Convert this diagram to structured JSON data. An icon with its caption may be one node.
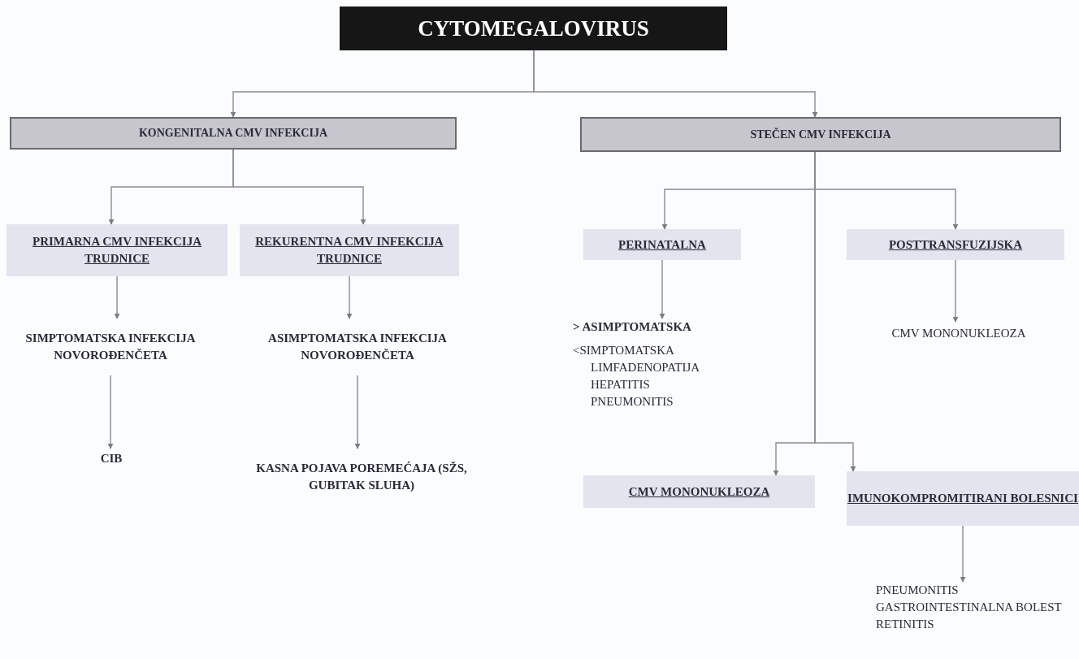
{
  "diagram": {
    "nodes": [
      {
        "text": [
          "CYTOMEGALOVIRUS"
        ]
      },
      {
        "text": [
          "KONGENITALNA CMV INFEKCIJA"
        ]
      },
      {
        "text": [
          "STEČEN CMV INFEKCIJA"
        ]
      },
      {
        "text": [
          "PRIMARNA CMV INFEKCIJA TRUDNICE"
        ]
      },
      {
        "text": [
          "REKURENTNA CMV INFEKCIJA TRUDNICE"
        ]
      },
      {
        "text": [
          "PERINATALNA"
        ]
      },
      {
        "text": [
          "POSTTRANSFUZIJSKA"
        ]
      },
      {
        "text": [
          "SIMPTOMATSKA INFEKCIJA NOVOROĐENČETA"
        ]
      },
      {
        "text": [
          "ASIMPTOMATSKA INFEKCIJA NOVOROĐENČETA"
        ]
      },
      {
        "text": [
          "CIB"
        ]
      },
      {
        "text": [
          "KASNA POJAVA POREMEĆAJA (SŽS, GUBITAK SLUHA)"
        ]
      },
      {
        "text": [
          "> ASIMPTOMATSKA",
          "<SIMPTOMATSKA",
          "LIMFADENOPATIJA",
          "HEPATITIS",
          "PNEUMONITIS"
        ]
      },
      {
        "text": [
          "CMV MONONUKLEOZA"
        ]
      },
      {
        "text": [
          "CMV MONONUKLEOZA"
        ]
      },
      {
        "text": [
          "IMUNOKOMPROMITIRANI BOLESNICI"
        ]
      },
      {
        "text": [
          "PNEUMONITIS",
          "GASTROINTESTINALNA BOLEST",
          "RETINITIS"
        ]
      }
    ],
    "edges": [
      {
        "from": 0,
        "to": 1,
        "arrow": "to"
      },
      {
        "from": 0,
        "to": 2,
        "arrow": "to"
      },
      {
        "from": 1,
        "to": 3,
        "arrow": "to"
      },
      {
        "from": 1,
        "to": 4,
        "arrow": "to"
      },
      {
        "from": 2,
        "to": 5,
        "arrow": "to"
      },
      {
        "from": 2,
        "to": 6,
        "arrow": "to"
      },
      {
        "from": 2,
        "to": 13,
        "arrow": "to"
      },
      {
        "from": 2,
        "to": 14,
        "arrow": "to"
      },
      {
        "from": 3,
        "to": 7,
        "arrow": "to"
      },
      {
        "from": 4,
        "to": 8,
        "arrow": "to"
      },
      {
        "from": 7,
        "to": 9,
        "arrow": "to"
      },
      {
        "from": 8,
        "to": 10,
        "arrow": "to"
      },
      {
        "from": 5,
        "to": 11,
        "arrow": "to"
      },
      {
        "from": 6,
        "to": 12,
        "arrow": "to"
      },
      {
        "from": 14,
        "to": 15,
        "arrow": "to"
      }
    ]
  }
}
